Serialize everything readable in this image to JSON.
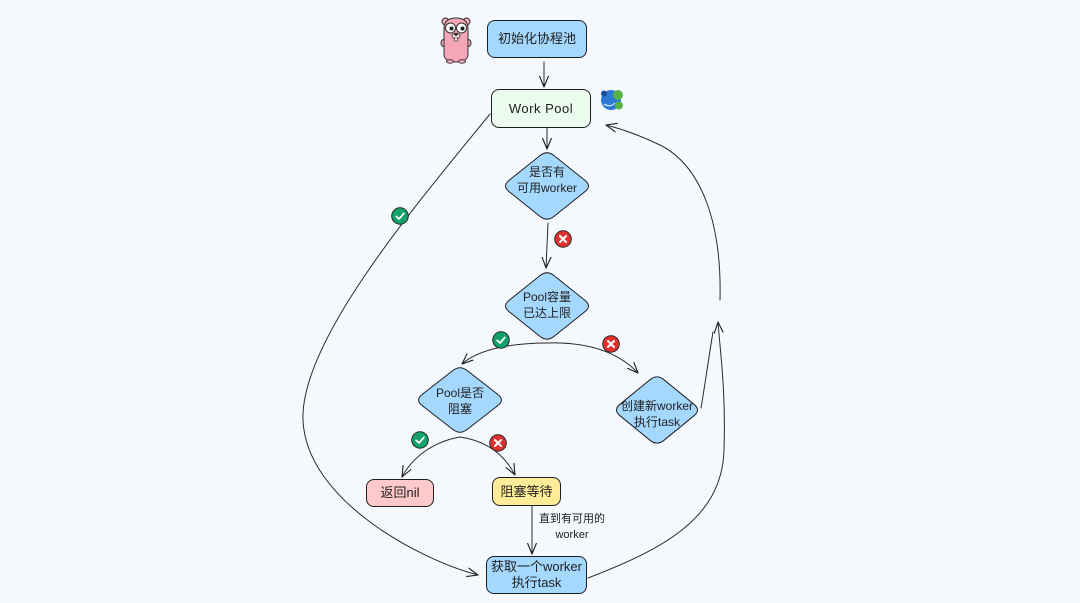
{
  "diagram": {
    "nodes": {
      "init_pool": {
        "label": "初始化协程池"
      },
      "work_pool": {
        "label": "Work Pool"
      },
      "has_available_worker": {
        "lines": [
          "是否有",
          "可用worker"
        ]
      },
      "pool_capacity_full": {
        "lines": [
          "Pool容量",
          "已达上限"
        ]
      },
      "pool_blocking": {
        "lines": [
          "Pool是否",
          "阻塞"
        ]
      },
      "create_new_worker": {
        "lines": [
          "创建新worker",
          "执行task"
        ]
      },
      "return_nil": {
        "label": "返回nil"
      },
      "block_wait": {
        "label": "阻塞等待"
      },
      "get_worker": {
        "lines": [
          "获取一个worker",
          "执行task"
        ]
      }
    },
    "edge_labels": {
      "wait_until_worker": {
        "lines": [
          "直到有可用的",
          "worker"
        ]
      }
    }
  },
  "icons": {
    "mascot": "gopher-icon",
    "logo": "ants-logo-icon",
    "yes": "check-icon",
    "no": "cross-icon"
  },
  "colors": {
    "background": "#f5f9fd",
    "stroke": "#1e1e1e",
    "process_blue": "#a5d8ff",
    "pool_green": "#ebfbee",
    "result_pink": "#ffc9c9",
    "wait_yellow": "#ffec99",
    "yes_green": "#12a06b",
    "no_red": "#e03131",
    "gopher_pink": "#f4a7b6",
    "logo_blue": "#2d7ad6",
    "logo_green": "#58b345"
  }
}
